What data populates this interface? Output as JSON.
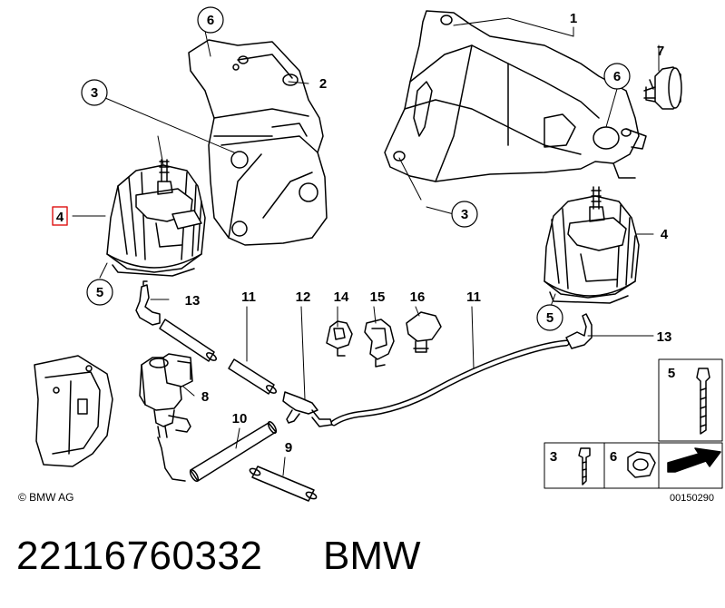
{
  "diagram": {
    "copyright": "© BMW AG",
    "diagram_id": "00150290",
    "callouts": {
      "c1": "1",
      "c2": "2",
      "c3a": "3",
      "c3b": "3",
      "c4a": "4",
      "c4b": "4",
      "c5a": "5",
      "c5b": "5",
      "c6a": "6",
      "c6b": "6",
      "c7": "7",
      "c8": "8",
      "c9": "9",
      "c10": "10",
      "c11a": "11",
      "c11b": "11",
      "c12": "12",
      "c13a": "13",
      "c13b": "13",
      "c14": "14",
      "c15": "15",
      "c16": "16"
    },
    "legend": {
      "item5": "5",
      "item3": "3",
      "item6": "6"
    },
    "highlight_color": "#e02020"
  },
  "caption": {
    "part_number": "22116760332",
    "brand": "BMW"
  }
}
